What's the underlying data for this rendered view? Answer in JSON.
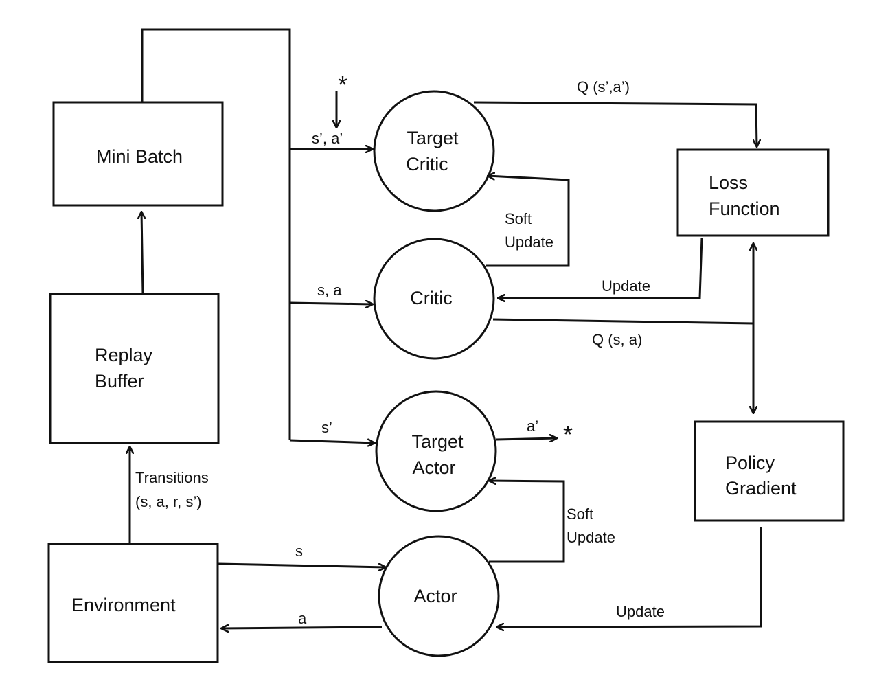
{
  "colors": {
    "stroke": "#111111",
    "background": "#ffffff"
  },
  "nodes": {
    "mini_batch": {
      "lines": [
        "Mini Batch"
      ]
    },
    "replay_buffer": {
      "lines": [
        "Replay",
        "Buffer"
      ]
    },
    "environment": {
      "lines": [
        "Environment"
      ]
    },
    "target_critic": {
      "lines": [
        "Target",
        "Critic"
      ]
    },
    "critic": {
      "lines": [
        "Critic"
      ]
    },
    "target_actor": {
      "lines": [
        "Target",
        "Actor"
      ]
    },
    "actor": {
      "lines": [
        "Actor"
      ]
    },
    "loss_function": {
      "lines": [
        "Loss",
        "Function"
      ]
    },
    "policy_gradient": {
      "lines": [
        "Policy",
        "Gradient"
      ]
    }
  },
  "edges": {
    "to_target_critic": "s’, a’",
    "to_critic": "s, a",
    "to_target_actor": "s’",
    "target_actor_out": "a’",
    "target_actor_out_marker": "*",
    "target_critic_in_marker": "*",
    "target_critic_q": "Q (s’,a’)",
    "critic_q": "Q (s, a)",
    "loss_update": "Update",
    "critic_soft_update": [
      "Soft",
      "Update"
    ],
    "actor_soft_update": [
      "Soft",
      "Update"
    ],
    "transitions": [
      "Transitions",
      "(s, a, r, s’)"
    ],
    "env_to_actor": "s",
    "actor_to_env": "a",
    "pg_update": "Update"
  }
}
